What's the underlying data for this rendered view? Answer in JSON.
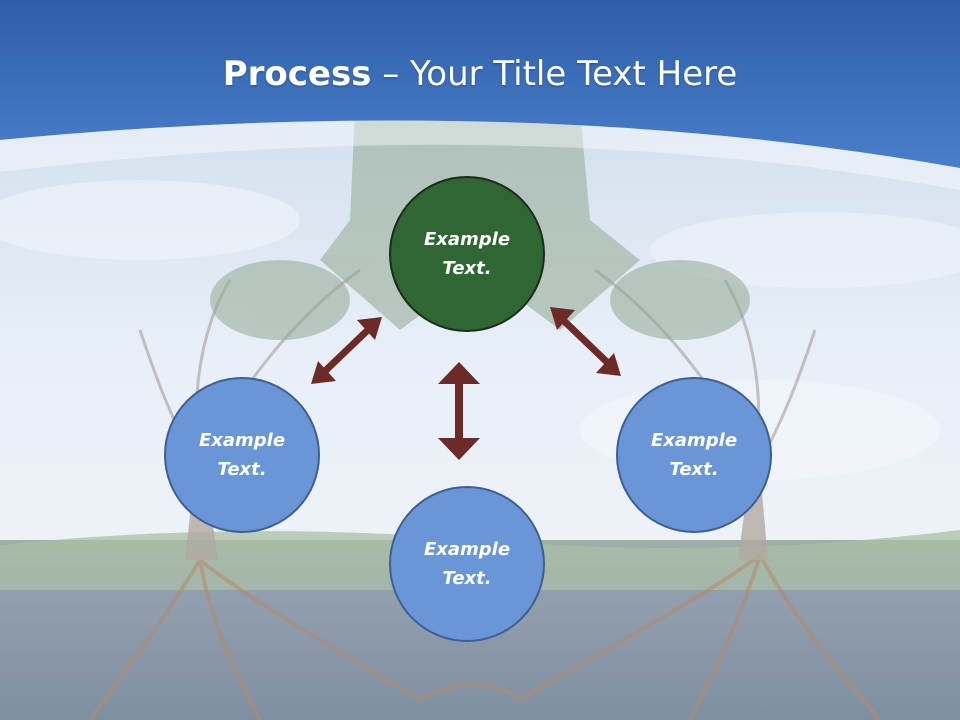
{
  "title": {
    "bold": "Process",
    "rest": " – Your Title Text Here"
  },
  "nodes": {
    "top": "Example Text.",
    "left": "Example Text.",
    "right": "Example Text.",
    "bottom": "Example Text."
  },
  "colors": {
    "header_blue": "#3f6fbd",
    "node_green": "#2f6733",
    "node_blue": "#6a96d8",
    "arrow": "#6d2b27"
  }
}
